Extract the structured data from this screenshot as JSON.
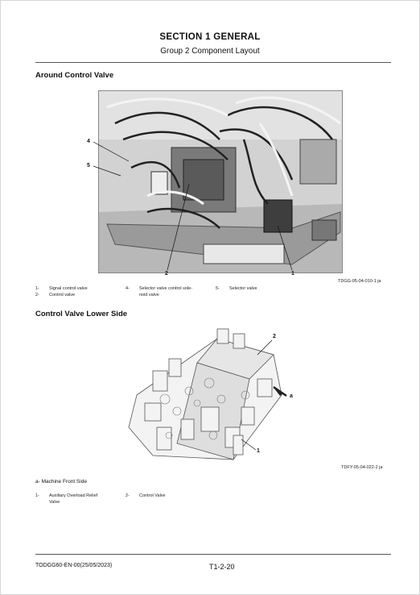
{
  "header": {
    "section_title": "SECTION 1 GENERAL",
    "group_title": "Group 2 Component Layout"
  },
  "figure1": {
    "heading": "Around Control Valve",
    "callouts": [
      "4",
      "5",
      "2",
      "1"
    ],
    "ref_code": "TDGG-05-04-010-1 ja",
    "legend": [
      {
        "num": "1-",
        "text_lines": [
          "Signal control valve"
        ]
      },
      {
        "num": "2-",
        "text_lines": [
          "Control valve"
        ]
      },
      {
        "num": "4-",
        "text_lines": [
          "Selector valve control sole-",
          "noid valve"
        ]
      },
      {
        "num": "5-",
        "text_lines": [
          "Selector valve"
        ]
      }
    ]
  },
  "figure2": {
    "heading": "Control Valve Lower Side",
    "callouts": [
      "2",
      "a",
      "1"
    ],
    "ref_code": "TDFY-05-04-022-2 ja",
    "subnote": "a- Machine Front Side",
    "legend": [
      {
        "num": "1-",
        "text_lines": [
          "Auxiliary Overload Relief",
          "Valve"
        ]
      },
      {
        "num": "2-",
        "text_lines": [
          "Control Valve"
        ]
      }
    ]
  },
  "footer": {
    "doc_code": "TODGG60-EN-00(25/05/2023)",
    "page": "T1-2-20"
  }
}
